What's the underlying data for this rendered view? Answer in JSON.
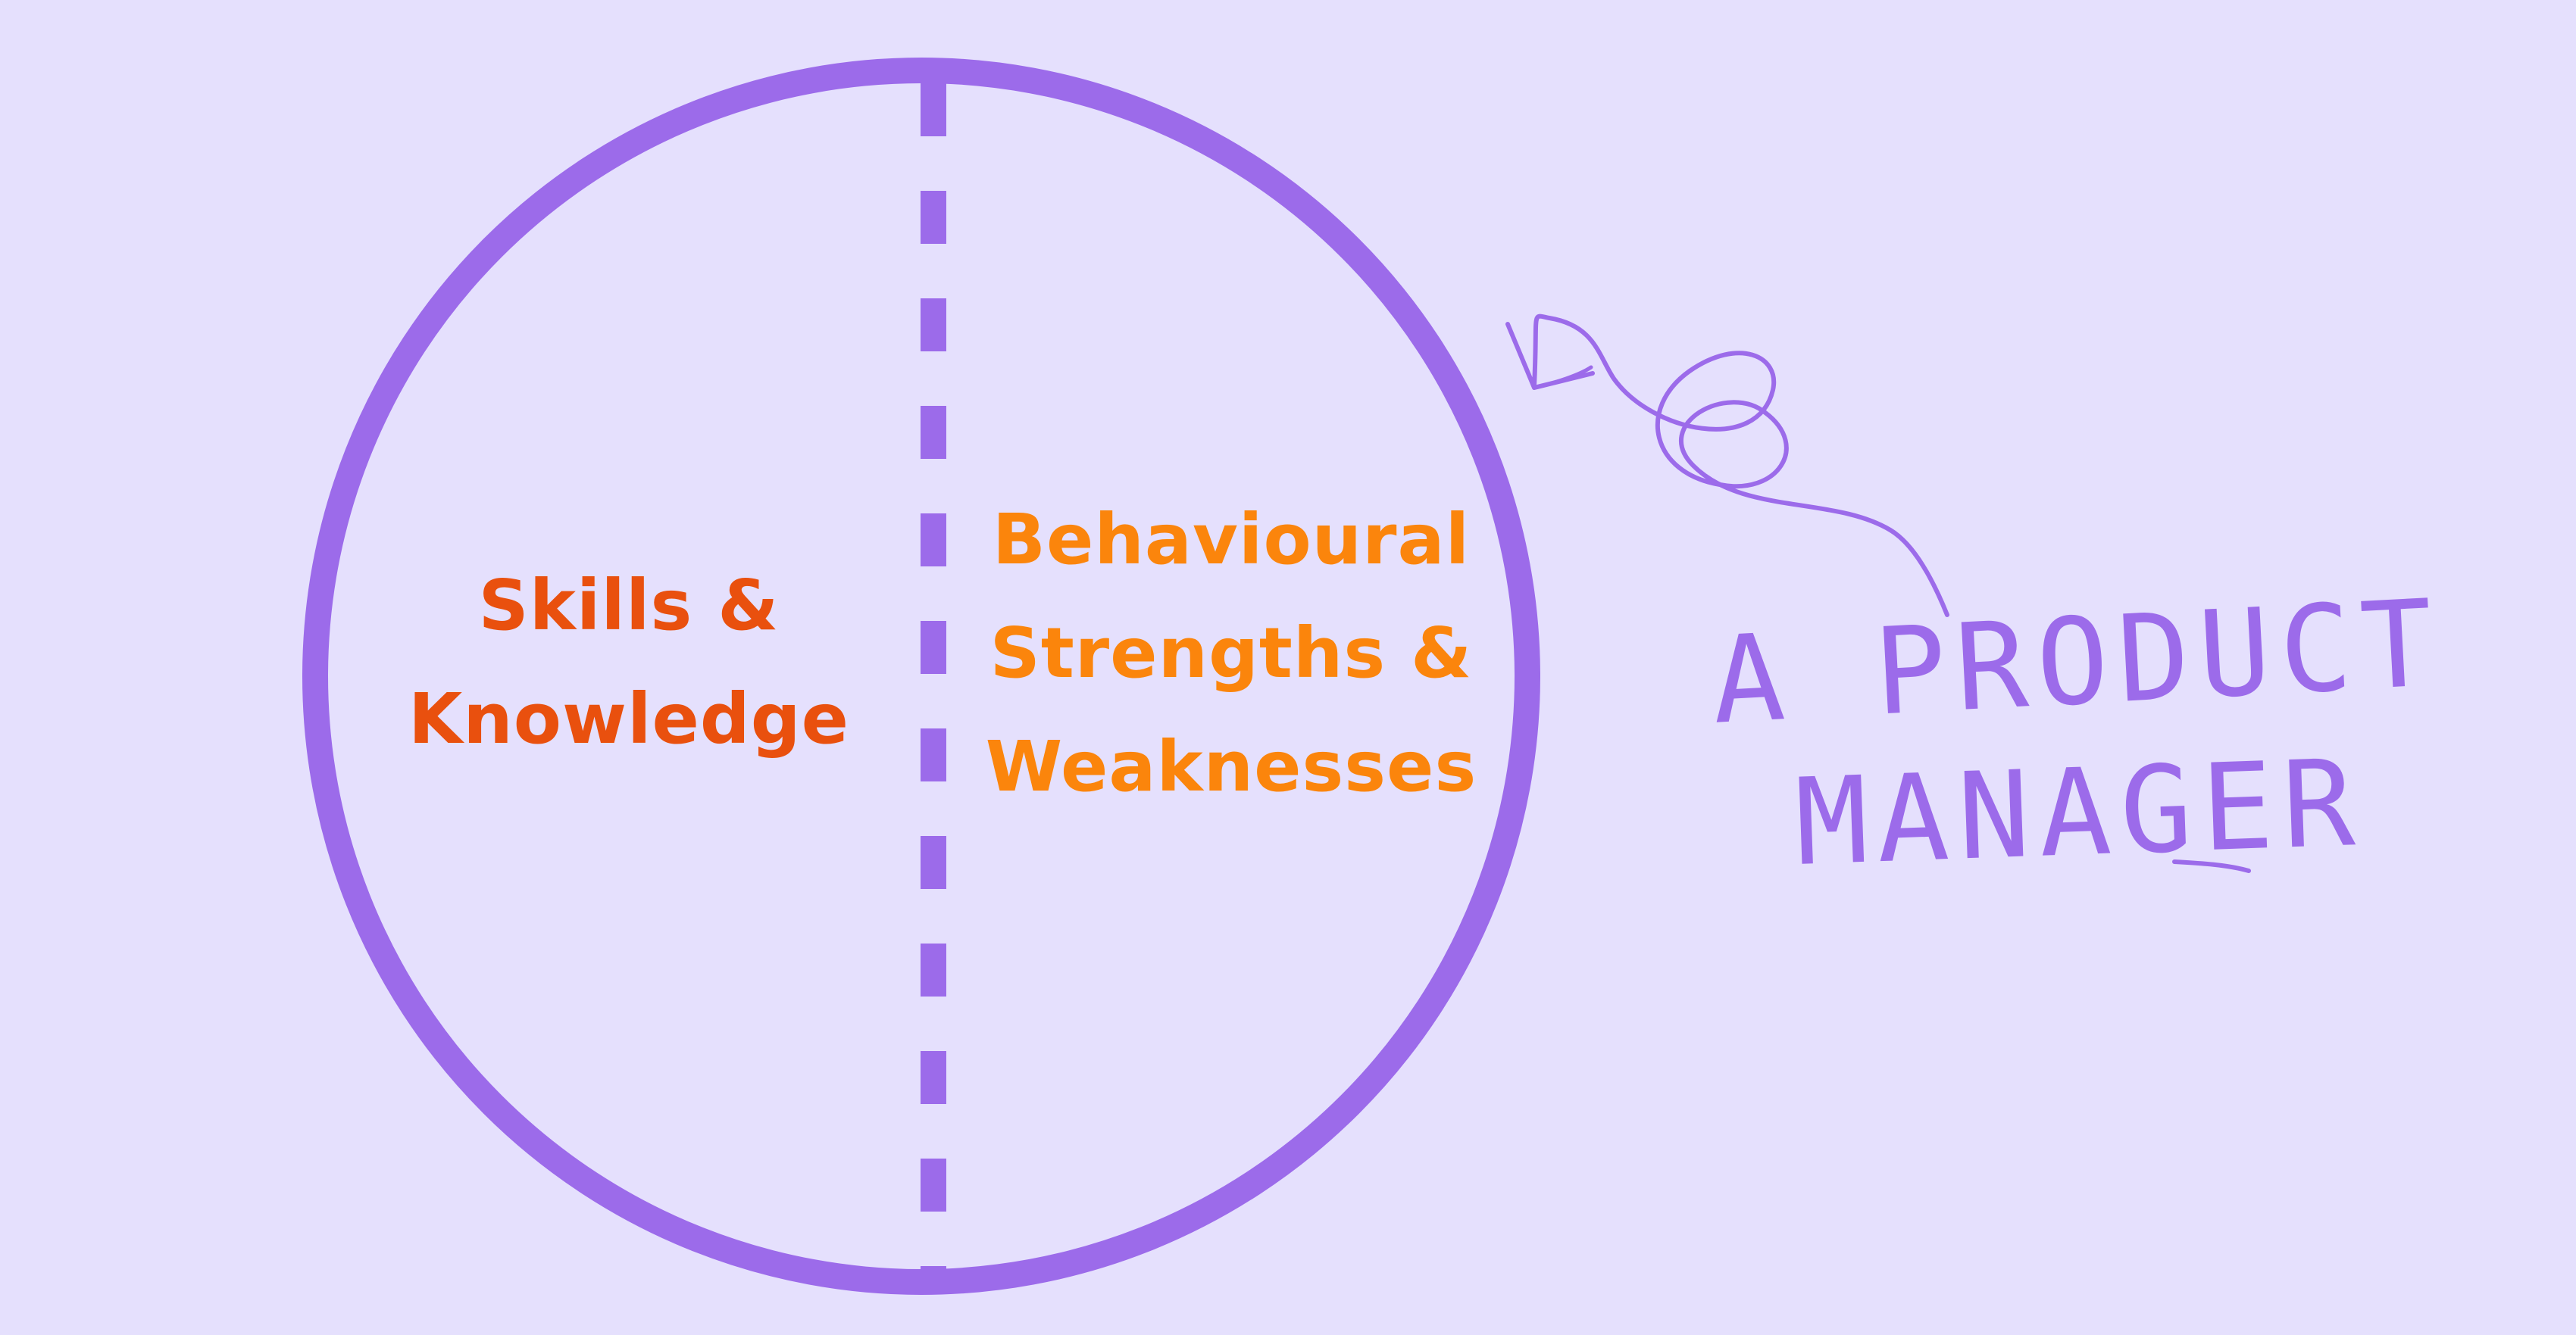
{
  "diagram": {
    "left_label": {
      "line1": "Skills &",
      "line2": "Knowledge"
    },
    "right_label": {
      "line1": "Behavioural",
      "line2": "Strengths &",
      "line3": "Weaknesses"
    },
    "annotation": {
      "line1": "A PRODUCT",
      "line2": "MANAGER"
    }
  },
  "colors": {
    "background": "#e5e0fd",
    "circle_stroke": "#9c6bea",
    "divider": "#9c6bea",
    "left_text": "#e9500e",
    "right_text": "#fb850c",
    "annotation": "#9c6bea"
  }
}
